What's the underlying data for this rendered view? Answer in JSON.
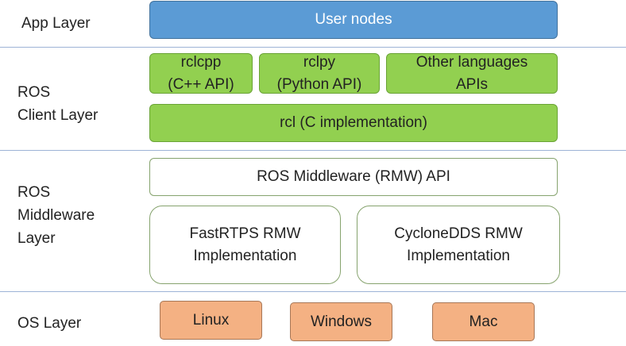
{
  "layers": {
    "app": "App Layer",
    "client": "ROS\nClient Layer",
    "middleware": "ROS\nMiddleware\nLayer",
    "os": "OS Layer"
  },
  "boxes": {
    "user_nodes": "User nodes",
    "rclcpp": "rclcpp\n(C++ API)",
    "rclpy": "rclpy\n(Python API)",
    "other_apis": "Other languages\nAPIs",
    "rcl": "rcl (C implementation)",
    "rmw_api": "ROS Middleware (RMW) API",
    "fastrtps": "FastRTPS RMW\nImplementation",
    "cyclonedds": "CycloneDDS RMW\nImplementation",
    "linux": "Linux",
    "windows": "Windows",
    "mac": "Mac"
  },
  "colors": {
    "app": "#5b9bd5",
    "client": "#92d050",
    "middleware": "#ffffff",
    "os": "#f4b183",
    "separator": "#9db3d6"
  }
}
